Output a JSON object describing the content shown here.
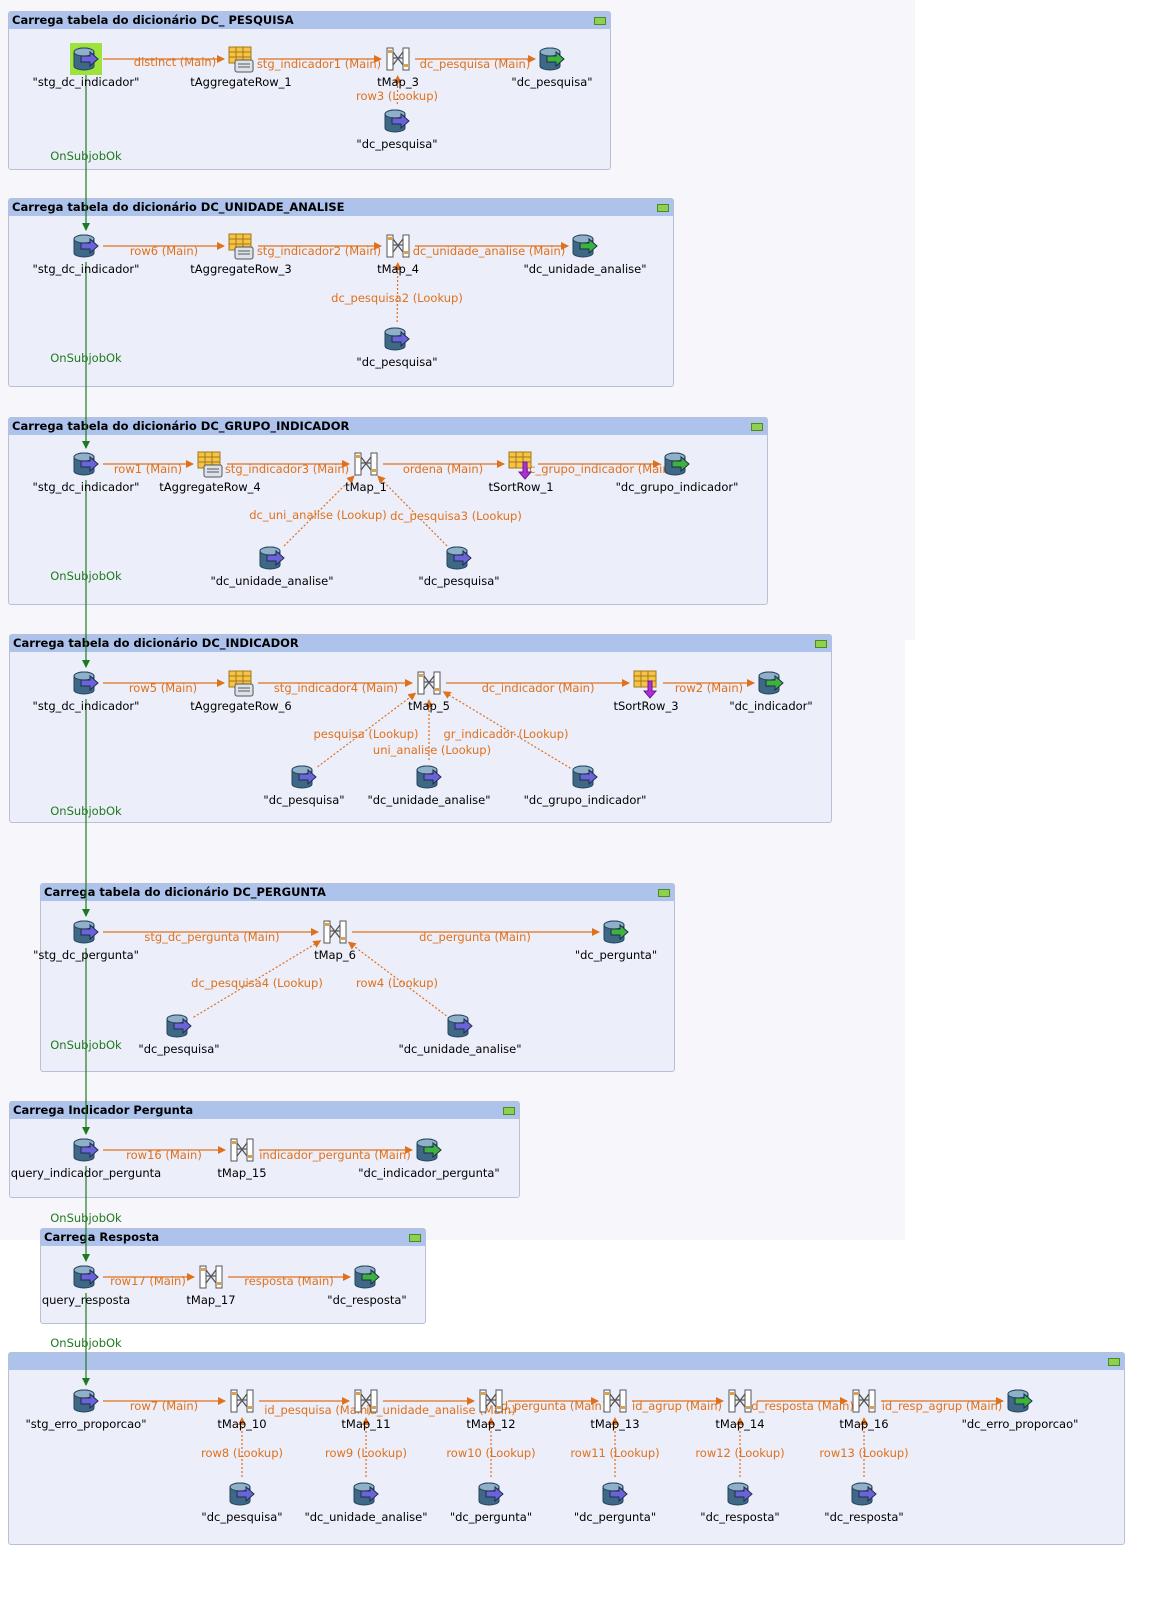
{
  "subjobs": [
    {
      "title": "Carrega tabela do dicionário DC_ PESQUISA"
    },
    {
      "title": "Carrega tabela do dicionário DC_UNIDADE_ANALISE"
    },
    {
      "title": "Carrega tabela do dicionário DC_GRUPO_INDICADOR"
    },
    {
      "title": "Carrega tabela do dicionário DC_INDICADOR"
    },
    {
      "title": "Carrega tabela do dicionário DC_PERGUNTA"
    },
    {
      "title": "Carrega Indicador Pergunta"
    },
    {
      "title": "Carrega Resposta"
    },
    {
      "title": ""
    }
  ],
  "nodes": [
    {
      "id": "n1",
      "type": "input",
      "label": "\"stg_dc_indicador\"",
      "selected": true
    },
    {
      "id": "n2",
      "type": "aggregate",
      "label": "tAggregateRow_1"
    },
    {
      "id": "n3",
      "type": "map",
      "label": "tMap_3"
    },
    {
      "id": "n4",
      "type": "output",
      "label": "\"dc_pesquisa\""
    },
    {
      "id": "n5",
      "type": "input",
      "label": "\"dc_pesquisa\""
    },
    {
      "id": "n6",
      "type": "input",
      "label": "\"stg_dc_indicador\""
    },
    {
      "id": "n7",
      "type": "aggregate",
      "label": "tAggregateRow_3"
    },
    {
      "id": "n8",
      "type": "map",
      "label": "tMap_4"
    },
    {
      "id": "n9",
      "type": "output",
      "label": "\"dc_unidade_analise\""
    },
    {
      "id": "n10",
      "type": "input",
      "label": "\"dc_pesquisa\""
    },
    {
      "id": "n11",
      "type": "input",
      "label": "\"stg_dc_indicador\""
    },
    {
      "id": "n12",
      "type": "aggregate",
      "label": "tAggregateRow_4"
    },
    {
      "id": "n13",
      "type": "map",
      "label": "tMap_1"
    },
    {
      "id": "n14",
      "type": "sort",
      "label": "tSortRow_1"
    },
    {
      "id": "n15",
      "type": "output",
      "label": "\"dc_grupo_indicador\""
    },
    {
      "id": "n16",
      "type": "input",
      "label": "\"dc_unidade_analise\""
    },
    {
      "id": "n17",
      "type": "input",
      "label": "\"dc_pesquisa\""
    },
    {
      "id": "n18",
      "type": "input",
      "label": "\"stg_dc_indicador\""
    },
    {
      "id": "n19",
      "type": "aggregate",
      "label": "tAggregateRow_6"
    },
    {
      "id": "n20",
      "type": "map",
      "label": "tMap_5"
    },
    {
      "id": "n21",
      "type": "sort",
      "label": "tSortRow_3"
    },
    {
      "id": "n22",
      "type": "output",
      "label": "\"dc_indicador\""
    },
    {
      "id": "n23",
      "type": "input",
      "label": "\"dc_pesquisa\""
    },
    {
      "id": "n24",
      "type": "input",
      "label": "\"dc_unidade_analise\""
    },
    {
      "id": "n25",
      "type": "input",
      "label": "\"dc_grupo_indicador\""
    },
    {
      "id": "n26",
      "type": "input",
      "label": "\"stg_dc_pergunta\""
    },
    {
      "id": "n27",
      "type": "map",
      "label": "tMap_6"
    },
    {
      "id": "n28",
      "type": "output",
      "label": "\"dc_pergunta\""
    },
    {
      "id": "n29",
      "type": "input",
      "label": "\"dc_pesquisa\""
    },
    {
      "id": "n30",
      "type": "input",
      "label": "\"dc_unidade_analise\""
    },
    {
      "id": "n31",
      "type": "input",
      "label": "query_indicador_pergunta"
    },
    {
      "id": "n32",
      "type": "map",
      "label": "tMap_15"
    },
    {
      "id": "n33",
      "type": "output",
      "label": "\"dc_indicador_pergunta\""
    },
    {
      "id": "n34",
      "type": "input",
      "label": "query_resposta"
    },
    {
      "id": "n35",
      "type": "map",
      "label": "tMap_17"
    },
    {
      "id": "n36",
      "type": "output",
      "label": "\"dc_resposta\""
    },
    {
      "id": "n37",
      "type": "input",
      "label": "\"stg_erro_proporcao\""
    },
    {
      "id": "n38",
      "type": "map",
      "label": "tMap_10"
    },
    {
      "id": "n39",
      "type": "map",
      "label": "tMap_11"
    },
    {
      "id": "n40",
      "type": "map",
      "label": "tMap_12"
    },
    {
      "id": "n41",
      "type": "map",
      "label": "tMap_13"
    },
    {
      "id": "n42",
      "type": "map",
      "label": "tMap_14"
    },
    {
      "id": "n43",
      "type": "map",
      "label": "tMap_16"
    },
    {
      "id": "n44",
      "type": "output",
      "label": "\"dc_erro_proporcao\""
    },
    {
      "id": "n45",
      "type": "input",
      "label": "\"dc_pesquisa\""
    },
    {
      "id": "n46",
      "type": "input",
      "label": "\"dc_unidade_analise\""
    },
    {
      "id": "n47",
      "type": "input",
      "label": "\"dc_pergunta\""
    },
    {
      "id": "n48",
      "type": "input",
      "label": "\"dc_pergunta\""
    },
    {
      "id": "n49",
      "type": "input",
      "label": "\"dc_resposta\""
    },
    {
      "id": "n50",
      "type": "input",
      "label": "\"dc_resposta\""
    }
  ],
  "links": [
    {
      "from": "n1",
      "to": "n2",
      "label": "distinct (Main)",
      "style": "main"
    },
    {
      "from": "n2",
      "to": "n3",
      "label": "stg_indicador1 (Main)",
      "style": "main"
    },
    {
      "from": "n3",
      "to": "n4",
      "label": "dc_pesquisa (Main)",
      "style": "main"
    },
    {
      "from": "n5",
      "to": "n3",
      "label": "row3 (Lookup)",
      "style": "lookup"
    },
    {
      "from": "n6",
      "to": "n7",
      "label": "row6 (Main)",
      "style": "main"
    },
    {
      "from": "n7",
      "to": "n8",
      "label": "stg_indicador2 (Main)",
      "style": "main"
    },
    {
      "from": "n8",
      "to": "n9",
      "label": "dc_unidade_analise (Main)",
      "style": "main"
    },
    {
      "from": "n10",
      "to": "n8",
      "label": "dc_pesquisa2 (Lookup)",
      "style": "lookup"
    },
    {
      "from": "n11",
      "to": "n12",
      "label": "row1 (Main)",
      "style": "main"
    },
    {
      "from": "n12",
      "to": "n13",
      "label": "stg_indicador3 (Main)",
      "style": "main"
    },
    {
      "from": "n13",
      "to": "n14",
      "label": "ordena (Main)",
      "style": "main"
    },
    {
      "from": "n14",
      "to": "n15",
      "label": "dc_grupo_indicador (Main)",
      "style": "main"
    },
    {
      "from": "n16",
      "to": "n13",
      "label": "dc_uni_analise (Lookup)",
      "style": "lookup"
    },
    {
      "from": "n17",
      "to": "n13",
      "label": "dc_pesquisa3 (Lookup)",
      "style": "lookup"
    },
    {
      "from": "n18",
      "to": "n19",
      "label": "row5 (Main)",
      "style": "main"
    },
    {
      "from": "n19",
      "to": "n20",
      "label": "stg_indicador4 (Main)",
      "style": "main"
    },
    {
      "from": "n20",
      "to": "n21",
      "label": "dc_indicador (Main)",
      "style": "main"
    },
    {
      "from": "n21",
      "to": "n22",
      "label": "row2 (Main)",
      "style": "main"
    },
    {
      "from": "n23",
      "to": "n20",
      "label": "pesquisa (Lookup)",
      "style": "lookup"
    },
    {
      "from": "n24",
      "to": "n20",
      "label": "uni_analise (Lookup)",
      "style": "lookup"
    },
    {
      "from": "n25",
      "to": "n20",
      "label": "gr_indicador (Lookup)",
      "style": "lookup"
    },
    {
      "from": "n26",
      "to": "n27",
      "label": "stg_dc_pergunta (Main)",
      "style": "main"
    },
    {
      "from": "n27",
      "to": "n28",
      "label": "dc_pergunta (Main)",
      "style": "main"
    },
    {
      "from": "n29",
      "to": "n27",
      "label": "dc_pesquisa4 (Lookup)",
      "style": "lookup"
    },
    {
      "from": "n30",
      "to": "n27",
      "label": "row4 (Lookup)",
      "style": "lookup"
    },
    {
      "from": "n31",
      "to": "n32",
      "label": "row16 (Main)",
      "style": "main"
    },
    {
      "from": "n32",
      "to": "n33",
      "label": "indicador_pergunta (Main)",
      "style": "main"
    },
    {
      "from": "n34",
      "to": "n35",
      "label": "row17 (Main)",
      "style": "main"
    },
    {
      "from": "n35",
      "to": "n36",
      "label": "resposta (Main)",
      "style": "main"
    },
    {
      "from": "n37",
      "to": "n38",
      "label": "row7 (Main)",
      "style": "main"
    },
    {
      "from": "n38",
      "to": "n39",
      "label": "id_pesquisa (Main)",
      "style": "main"
    },
    {
      "from": "n39",
      "to": "n40",
      "label": "id_unidade_analise (Main)",
      "style": "main"
    },
    {
      "from": "n40",
      "to": "n41",
      "label": "id_pergunta (Main)",
      "style": "main"
    },
    {
      "from": "n41",
      "to": "n42",
      "label": "id_agrup (Main)",
      "style": "main"
    },
    {
      "from": "n42",
      "to": "n43",
      "label": "id_resposta (Main)",
      "style": "main"
    },
    {
      "from": "n43",
      "to": "n44",
      "label": "id_resp_agrup (Main)",
      "style": "main"
    },
    {
      "from": "n45",
      "to": "n38",
      "label": "row8 (Lookup)",
      "style": "lookup"
    },
    {
      "from": "n46",
      "to": "n39",
      "label": "row9 (Lookup)",
      "style": "lookup"
    },
    {
      "from": "n47",
      "to": "n40",
      "label": "row10 (Lookup)",
      "style": "lookup"
    },
    {
      "from": "n48",
      "to": "n41",
      "label": "row11 (Lookup)",
      "style": "lookup"
    },
    {
      "from": "n49",
      "to": "n42",
      "label": "row12 (Lookup)",
      "style": "lookup"
    },
    {
      "from": "n50",
      "to": "n43",
      "label": "row13 (Lookup)",
      "style": "lookup"
    }
  ],
  "triggers": [
    {
      "from": "n1",
      "to": "n6",
      "label": "OnSubjobOk"
    },
    {
      "from": "n6",
      "to": "n11",
      "label": "OnSubjobOk"
    },
    {
      "from": "n11",
      "to": "n18",
      "label": "OnSubjobOk"
    },
    {
      "from": "n18",
      "to": "n26",
      "label": "OnSubjobOk"
    },
    {
      "from": "n26",
      "to": "n31",
      "label": "OnSubjobOk"
    },
    {
      "from": "n31",
      "to": "n34",
      "label": "OnSubjobOk"
    },
    {
      "from": "n34",
      "to": "n37",
      "label": "OnSubjobOk"
    }
  ],
  "colors": {
    "main_link": "#e0711c",
    "trigger_link": "#1f7a1f",
    "subjob_header": "#aec3ec",
    "subjob_body": "#eceef9",
    "selection": "#9ee23c"
  },
  "icons": {
    "input": "db-input-icon",
    "output": "db-output-icon",
    "map": "tmap-icon",
    "aggregate": "aggregate-row-icon",
    "sort": "sort-row-icon"
  }
}
